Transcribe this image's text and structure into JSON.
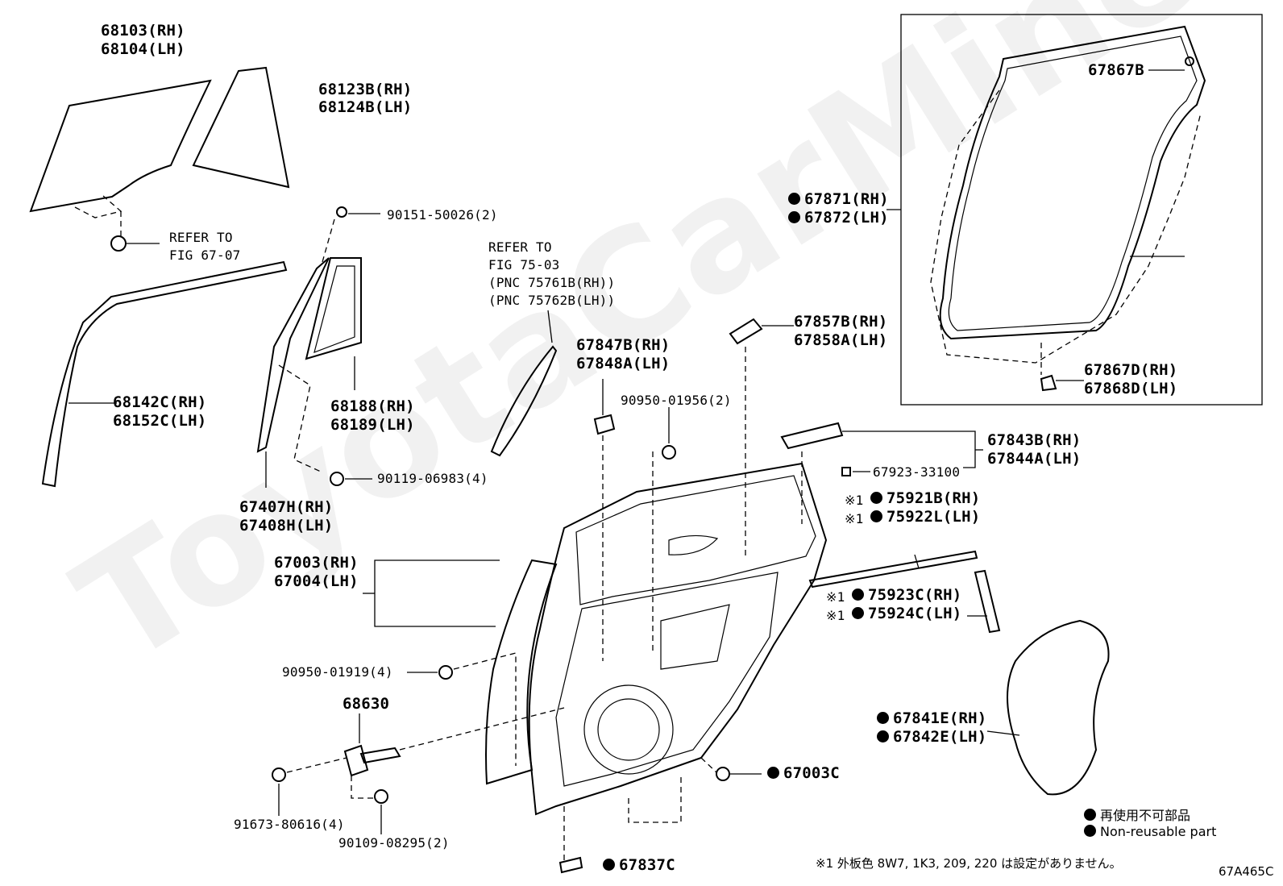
{
  "watermark": "ToyotaCarMine.ru",
  "labels": {
    "glass_front": [
      "68103(RH)",
      "68104(LH)"
    ],
    "glass_quarter": [
      "68123B(RH)",
      "68124B(LH)"
    ],
    "refer_67_07": [
      "REFER TO",
      "FIG 67-07"
    ],
    "bolt_90151": "90151-50026(2)",
    "run_channel": [
      "68142C(RH)",
      "68152C(LH)"
    ],
    "quarter_frame": [
      "68188(RH)",
      "68189(LH)"
    ],
    "bolt_90119": "90119-06983(4)",
    "division_bar": [
      "67407H(RH)",
      "67408H(LH)"
    ],
    "refer_75_03": [
      "REFER TO",
      "FIG 75-03",
      "(PNC 75761B(RH))",
      "(PNC 75762B(LH))"
    ],
    "clip_67847": [
      "67847B(RH)",
      "67848A(LH)"
    ],
    "plug_90950_01956": "90950-01956(2)",
    "clip_67857": [
      "67857B(RH)",
      "67858A(LH)"
    ],
    "weatherstrip": [
      "67871(RH)",
      "67872(LH)"
    ],
    "clip_67867b": "67867B",
    "clip_67867d": [
      "67867D(RH)",
      "67868D(LH)"
    ],
    "bracket_67843": [
      "67843B(RH)",
      "67844A(LH)"
    ],
    "clip_67923": "67923-33100",
    "molding_75921": [
      "※1",
      "75921B(RH)",
      "※1",
      "75922L(LH)"
    ],
    "molding_75923": [
      "※1",
      "75923C(RH)",
      "※1",
      "75924C(LH)"
    ],
    "door_panel": [
      "67003(RH)",
      "67004(LH)"
    ],
    "plug_90950_01919": "90950-01919(4)",
    "check_68630": "68630",
    "bolt_91673": "91673-80616(4)",
    "bolt_90109": "90109-08295(2)",
    "hole_cover": [
      "67841E(RH)",
      "67842E(LH)"
    ],
    "plug_67003c": "67003C",
    "seal_67837c": "67837C"
  },
  "legend": {
    "line1": "再使用不可部品",
    "line2": "Non-reusable part",
    "note": "※1 外板色 8W7, 1K3, 209, 220 は設定がありません。"
  },
  "figure_code": "67A465C"
}
